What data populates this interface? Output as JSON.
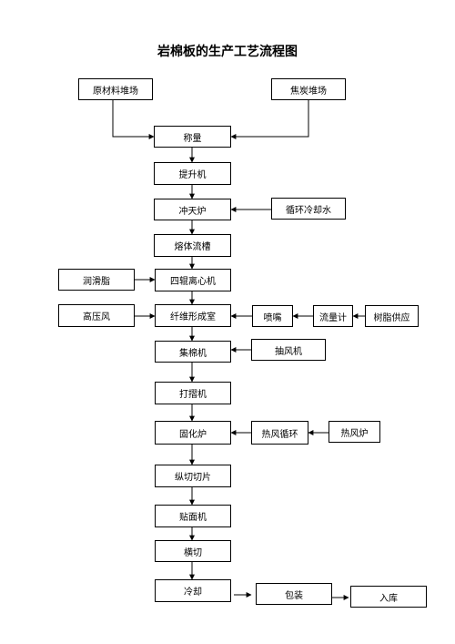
{
  "title": "岩棉板的生产工艺流程图",
  "nodes": {
    "raw_material_yard": "原材料堆场",
    "coke_yard": "焦炭堆场",
    "weighing": "称量",
    "hoist": "提升机",
    "cupola": "冲天炉",
    "cooling_water": "循环冷却水",
    "melt_channel": "熔体流槽",
    "lubricant": "润滑脂",
    "four_roll_centrifuge": "四辊离心机",
    "high_pressure_air": "高压风",
    "fiber_forming_chamber": "纤维形成室",
    "nozzle": "喷嘴",
    "flow_meter": "流量计",
    "resin_supply": "树脂供应",
    "cotton_collector": "集棉机",
    "exhaust_fan": "抽风机",
    "pleating_machine": "打摺机",
    "curing_oven": "固化炉",
    "hot_air_circulation": "热风循环",
    "hot_air_furnace": "热风炉",
    "slitting": "纵切切片",
    "facing_machine": "贴面机",
    "cross_cutting": "横切",
    "cooling": "冷却",
    "packaging": "包装",
    "warehousing": "入库"
  }
}
